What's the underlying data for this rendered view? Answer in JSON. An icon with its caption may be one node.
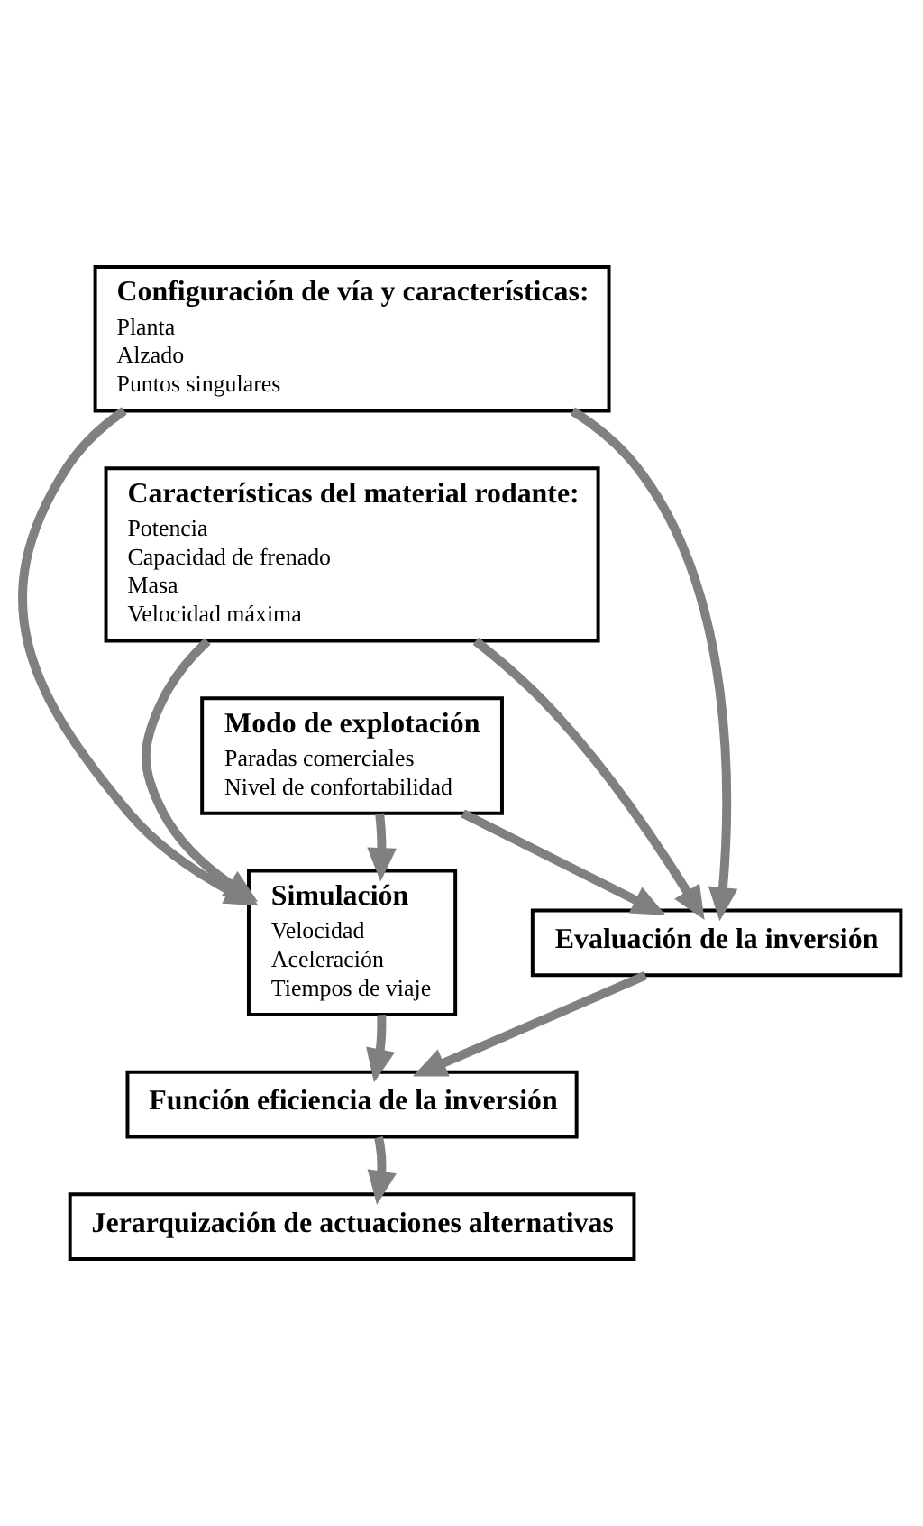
{
  "diagram": {
    "nodes": [
      {
        "text": [
          "Configuración de vía y características:",
          "Planta",
          "Alzado",
          "Puntos singulares"
        ]
      },
      {
        "text": [
          "Características del material rodante:",
          "Potencia",
          "Capacidad de frenado",
          "Masa",
          "Velocidad máxima"
        ]
      },
      {
        "text": [
          "Modo de explotación",
          "Paradas comerciales",
          "Nivel de confortabilidad"
        ]
      },
      {
        "text": [
          "Simulación",
          "Velocidad",
          "Aceleración",
          "Tiempos de viaje"
        ]
      },
      {
        "text": [
          "Evaluación de la inversión"
        ]
      },
      {
        "text": [
          "Función eficiencia de la inversión"
        ]
      },
      {
        "text": [
          "Jerarquización de actuaciones alternativas"
        ]
      }
    ],
    "edges": [
      {
        "from": 0,
        "to": 3,
        "arrow": "to"
      },
      {
        "from": 0,
        "to": 4,
        "arrow": "to"
      },
      {
        "from": 1,
        "to": 3,
        "arrow": "to"
      },
      {
        "from": 1,
        "to": 4,
        "arrow": "to"
      },
      {
        "from": 2,
        "to": 3,
        "arrow": "to"
      },
      {
        "from": 2,
        "to": 4,
        "arrow": "to"
      },
      {
        "from": 3,
        "to": 5,
        "arrow": "to"
      },
      {
        "from": 4,
        "to": 5,
        "arrow": "to"
      },
      {
        "from": 5,
        "to": 6,
        "arrow": "to"
      }
    ]
  }
}
